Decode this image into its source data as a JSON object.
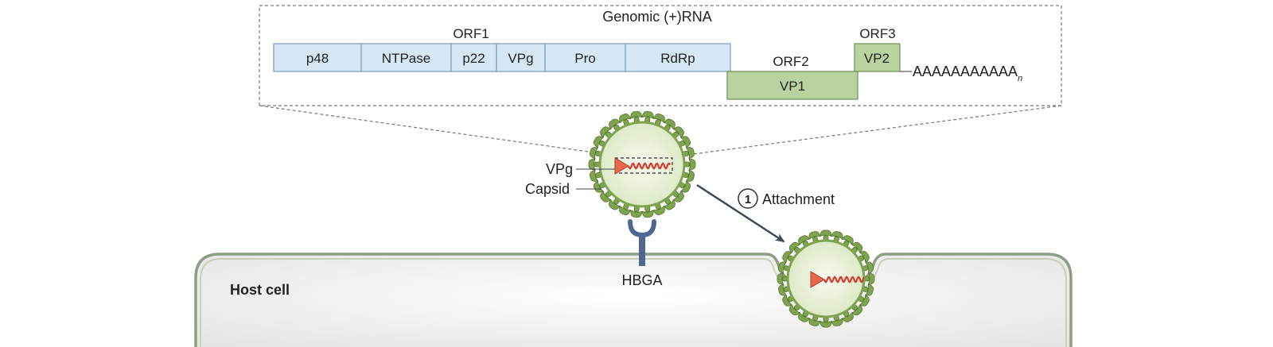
{
  "genome": {
    "title": "Genomic (+)RNA",
    "orf1_label": "ORF1",
    "orf2_label": "ORF2",
    "orf3_label": "ORF3",
    "orf1_segments": [
      "p48",
      "NTPase",
      "p22",
      "VPg",
      "Pro",
      "RdRp"
    ],
    "vp1_label": "VP1",
    "vp2_label": "VP2",
    "polyA": "AAAAAAAAAAA",
    "polyA_sub": "n"
  },
  "virion": {
    "vpg_label": "VPg",
    "capsid_label": "Capsid"
  },
  "receptor": {
    "label": "HBGA"
  },
  "step": {
    "number": "1",
    "label": "Attachment"
  },
  "cell": {
    "label": "Host cell"
  },
  "colors": {
    "orf1_fill": "#d6e8f5",
    "orf1_stroke": "#7a9bb5",
    "orf23_fill": "#b9d3a0",
    "orf23_stroke": "#6e8f55",
    "capsid_fill": "#e9f1d8",
    "capsid_spike": "#7fa34f",
    "capsid_spike_dark": "#55762f",
    "rna": "#d83a2e",
    "vpg": "#e8674f",
    "receptor": "#4d6891",
    "arrow": "#3a4a5a",
    "cell_fill": "#ececea",
    "cell_stroke": "#8e9e86"
  }
}
